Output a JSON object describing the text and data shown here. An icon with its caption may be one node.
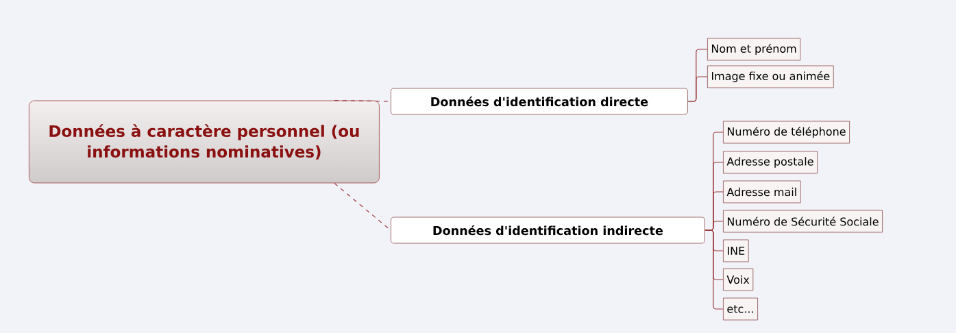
{
  "diagram": {
    "nodes": [
      {
        "text": [
          "Données à caractère personnel (ou informations nominatives)"
        ]
      },
      {
        "text": [
          "Données d'identification directe"
        ]
      },
      {
        "text": [
          "Données d'identification indirecte"
        ]
      },
      {
        "text": [
          "Nom et prénom"
        ]
      },
      {
        "text": [
          "Image fixe ou animée"
        ]
      },
      {
        "text": [
          "Numéro de téléphone"
        ]
      },
      {
        "text": [
          "Adresse postale"
        ]
      },
      {
        "text": [
          "Adresse mail"
        ]
      },
      {
        "text": [
          "Numéro de Sécurité Sociale"
        ]
      },
      {
        "text": [
          "INE"
        ]
      },
      {
        "text": [
          "Voix"
        ]
      },
      {
        "text": [
          "etc..."
        ]
      }
    ],
    "edges": [
      {
        "from": 0,
        "to": 1,
        "arrow": "none",
        "style": "dashed"
      },
      {
        "from": 0,
        "to": 2,
        "arrow": "none",
        "style": "dashed"
      },
      {
        "from": 1,
        "to": 3,
        "arrow": "none"
      },
      {
        "from": 1,
        "to": 4,
        "arrow": "none"
      },
      {
        "from": 2,
        "to": 5,
        "arrow": "none"
      },
      {
        "from": 2,
        "to": 6,
        "arrow": "none"
      },
      {
        "from": 2,
        "to": 7,
        "arrow": "none"
      },
      {
        "from": 2,
        "to": 8,
        "arrow": "none"
      },
      {
        "from": 2,
        "to": 9,
        "arrow": "none"
      },
      {
        "from": 2,
        "to": 10,
        "arrow": "none"
      },
      {
        "from": 2,
        "to": 11,
        "arrow": "none"
      }
    ]
  }
}
